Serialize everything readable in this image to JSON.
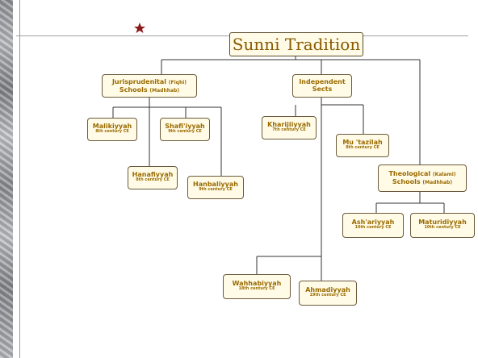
{
  "title": "Sunni Tradition",
  "nodes": {
    "jurisprudential": {
      "main": "Jurisprudenital",
      "small1": "(Fiqhi)",
      "line2": "Schools",
      "small2": "(Madhhab)"
    },
    "independent": {
      "line1": "Independent",
      "line2": "Sects"
    },
    "malikiyyah": {
      "name": "Malikiyyah",
      "century": "8th century CE"
    },
    "shafiiyyah": {
      "name": "Shafi'iyyah",
      "century": "9th century CE"
    },
    "hanafiyyah": {
      "name": "Hanafiyyah",
      "century": "8th century CE"
    },
    "hanbaliyyah": {
      "name": "Hanbaliyyah",
      "century": "9th century CE"
    },
    "kharijiiyyah": {
      "name": "Kharijiiyyah",
      "century": "7th century CE"
    },
    "mutazilah": {
      "name": "Mu 'tazilah",
      "century": "8th century CE"
    },
    "theological": {
      "main": "Theological",
      "small1": "(Kalami)",
      "line2": "Schools",
      "small2": "(Madhhab)"
    },
    "ashariyyah": {
      "name": "Ash'ariyyah",
      "century": "10th century CE"
    },
    "maturidiyyah": {
      "name": "Maturidiyyah",
      "century": "10th century CE"
    },
    "wahhabiyyah": {
      "name": "Wahhabiyyah",
      "century": "18th century CE"
    },
    "ahmadiyyah": {
      "name": "Ahmadiyyah",
      "century": "19th century CE"
    }
  },
  "colors": {
    "text": "#9a6a00",
    "box_fill": "#fffbe6",
    "emblem": "#8b1a1a"
  },
  "emblem_icon": "crescent-star-icon"
}
